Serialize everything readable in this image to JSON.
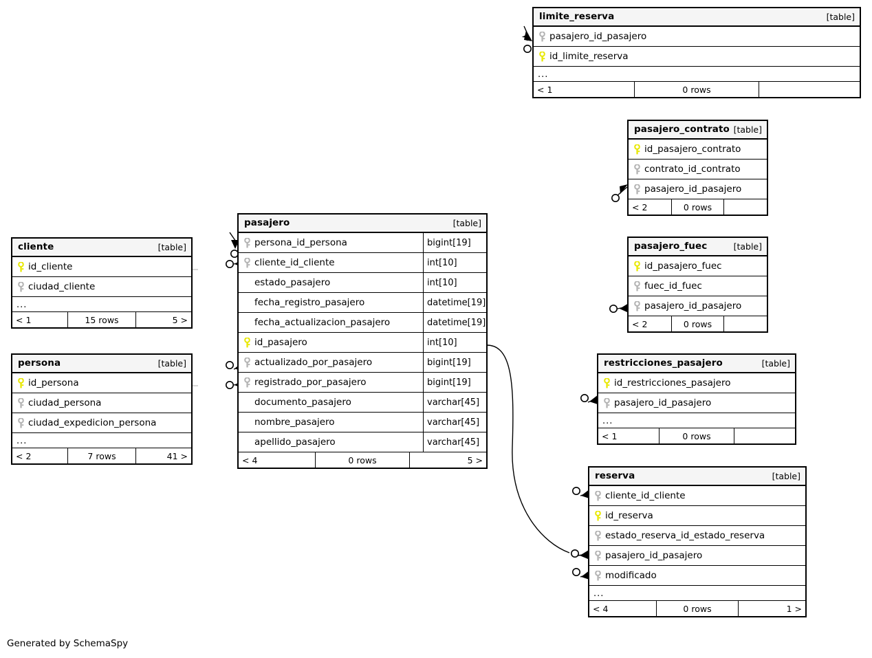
{
  "diagram": {
    "type": "entity-relationship-diagram",
    "generator_credit": "Generated by SchemaSpy",
    "table_tag": "[table]",
    "ellipsis": "...",
    "colors": {
      "primary_key_icon": "#e8e800",
      "foreign_key_icon": "#b3b3b3",
      "table_border": "#000000",
      "header_background": "#f5f5f5",
      "page_background": "#ffffff",
      "connector": "#000000"
    }
  },
  "tables": {
    "limite_reserva": {
      "name": "limite_reserva",
      "tag": "[table]",
      "columns": [
        {
          "name": "pasajero_id_pasajero",
          "key": "foreign",
          "type": ""
        },
        {
          "name": "id_limite_reserva",
          "key": "primary",
          "type": ""
        }
      ],
      "has_ellipsis": true,
      "footer": {
        "left": "< 1",
        "middle": "0 rows",
        "right": ""
      }
    },
    "pasajero_contrato": {
      "name": "pasajero_contrato",
      "tag": "[table]",
      "columns": [
        {
          "name": "id_pasajero_contrato",
          "key": "primary",
          "type": ""
        },
        {
          "name": "contrato_id_contrato",
          "key": "foreign",
          "type": ""
        },
        {
          "name": "pasajero_id_pasajero",
          "key": "foreign",
          "type": ""
        }
      ],
      "has_ellipsis": false,
      "footer": {
        "left": "< 2",
        "middle": "0 rows",
        "right": ""
      }
    },
    "pasajero_fuec": {
      "name": "pasajero_fuec",
      "tag": "[table]",
      "columns": [
        {
          "name": "id_pasajero_fuec",
          "key": "primary",
          "type": ""
        },
        {
          "name": "fuec_id_fuec",
          "key": "foreign",
          "type": ""
        },
        {
          "name": "pasajero_id_pasajero",
          "key": "foreign",
          "type": ""
        }
      ],
      "has_ellipsis": false,
      "footer": {
        "left": "< 2",
        "middle": "0 rows",
        "right": ""
      }
    },
    "restricciones_pasajero": {
      "name": "restricciones_pasajero",
      "tag": "[table]",
      "columns": [
        {
          "name": "id_restricciones_pasajero",
          "key": "primary",
          "type": ""
        },
        {
          "name": "pasajero_id_pasajero",
          "key": "foreign",
          "type": ""
        }
      ],
      "has_ellipsis": true,
      "footer": {
        "left": "< 1",
        "middle": "0 rows",
        "right": ""
      }
    },
    "reserva": {
      "name": "reserva",
      "tag": "[table]",
      "columns": [
        {
          "name": "cliente_id_cliente",
          "key": "foreign",
          "type": ""
        },
        {
          "name": "id_reserva",
          "key": "primary",
          "type": ""
        },
        {
          "name": "estado_reserva_id_estado_reserva",
          "key": "foreign",
          "type": ""
        },
        {
          "name": "pasajero_id_pasajero",
          "key": "foreign",
          "type": ""
        },
        {
          "name": "modificado",
          "key": "foreign",
          "type": ""
        }
      ],
      "has_ellipsis": true,
      "footer": {
        "left": "< 4",
        "middle": "0 rows",
        "right": "1 >"
      }
    },
    "cliente": {
      "name": "cliente",
      "tag": "[table]",
      "columns": [
        {
          "name": "id_cliente",
          "key": "primary",
          "type": ""
        },
        {
          "name": "ciudad_cliente",
          "key": "foreign",
          "type": ""
        }
      ],
      "has_ellipsis": true,
      "footer": {
        "left": "< 1",
        "middle": "15 rows",
        "right": "5 >"
      }
    },
    "persona": {
      "name": "persona",
      "tag": "[table]",
      "columns": [
        {
          "name": "id_persona",
          "key": "primary",
          "type": ""
        },
        {
          "name": "ciudad_persona",
          "key": "foreign",
          "type": ""
        },
        {
          "name": "ciudad_expedicion_persona",
          "key": "foreign",
          "type": ""
        }
      ],
      "has_ellipsis": true,
      "footer": {
        "left": "< 2",
        "middle": "7 rows",
        "right": "41 >"
      }
    },
    "pasajero": {
      "name": "pasajero",
      "tag": "[table]",
      "columns": [
        {
          "name": "persona_id_persona",
          "key": "foreign",
          "type": "bigint[19]"
        },
        {
          "name": "cliente_id_cliente",
          "key": "foreign",
          "type": "int[10]"
        },
        {
          "name": "estado_pasajero",
          "key": "none",
          "type": "int[10]"
        },
        {
          "name": "fecha_registro_pasajero",
          "key": "none",
          "type": "datetime[19]"
        },
        {
          "name": "fecha_actualizacion_pasajero",
          "key": "none",
          "type": "datetime[19]"
        },
        {
          "name": "id_pasajero",
          "key": "primary",
          "type": "int[10]"
        },
        {
          "name": "actualizado_por_pasajero",
          "key": "foreign",
          "type": "bigint[19]"
        },
        {
          "name": "registrado_por_pasajero",
          "key": "foreign",
          "type": "bigint[19]"
        },
        {
          "name": "documento_pasajero",
          "key": "none",
          "type": "varchar[45]"
        },
        {
          "name": "nombre_pasajero",
          "key": "none",
          "type": "varchar[45]"
        },
        {
          "name": "apellido_pasajero",
          "key": "none",
          "type": "varchar[45]"
        }
      ],
      "has_ellipsis": false,
      "footer": {
        "left": "< 4",
        "middle": "0 rows",
        "right": "5 >"
      }
    }
  },
  "relationships": [
    {
      "from": "pasajero.id_pasajero",
      "to": "limite_reserva.pasajero_id_pasajero"
    },
    {
      "from": "pasajero.id_pasajero",
      "to": "pasajero_contrato.pasajero_id_pasajero"
    },
    {
      "from": "pasajero.id_pasajero",
      "to": "pasajero_fuec.pasajero_id_pasajero"
    },
    {
      "from": "pasajero.id_pasajero",
      "to": "restricciones_pasajero.pasajero_id_pasajero"
    },
    {
      "from": "pasajero.id_pasajero",
      "to": "reserva.pasajero_id_pasajero"
    },
    {
      "from": "persona.id_persona",
      "to": "pasajero.persona_id_persona"
    },
    {
      "from": "cliente.id_cliente",
      "to": "pasajero.cliente_id_cliente"
    },
    {
      "from": "persona.id_persona",
      "to": "pasajero.actualizado_por_pasajero"
    },
    {
      "from": "persona.id_persona",
      "to": "pasajero.registrado_por_pasajero"
    },
    {
      "from": "cliente.id_cliente",
      "to": "reserva.cliente_id_cliente"
    },
    {
      "from": "persona.id_persona",
      "to": "reserva.modificado"
    }
  ]
}
